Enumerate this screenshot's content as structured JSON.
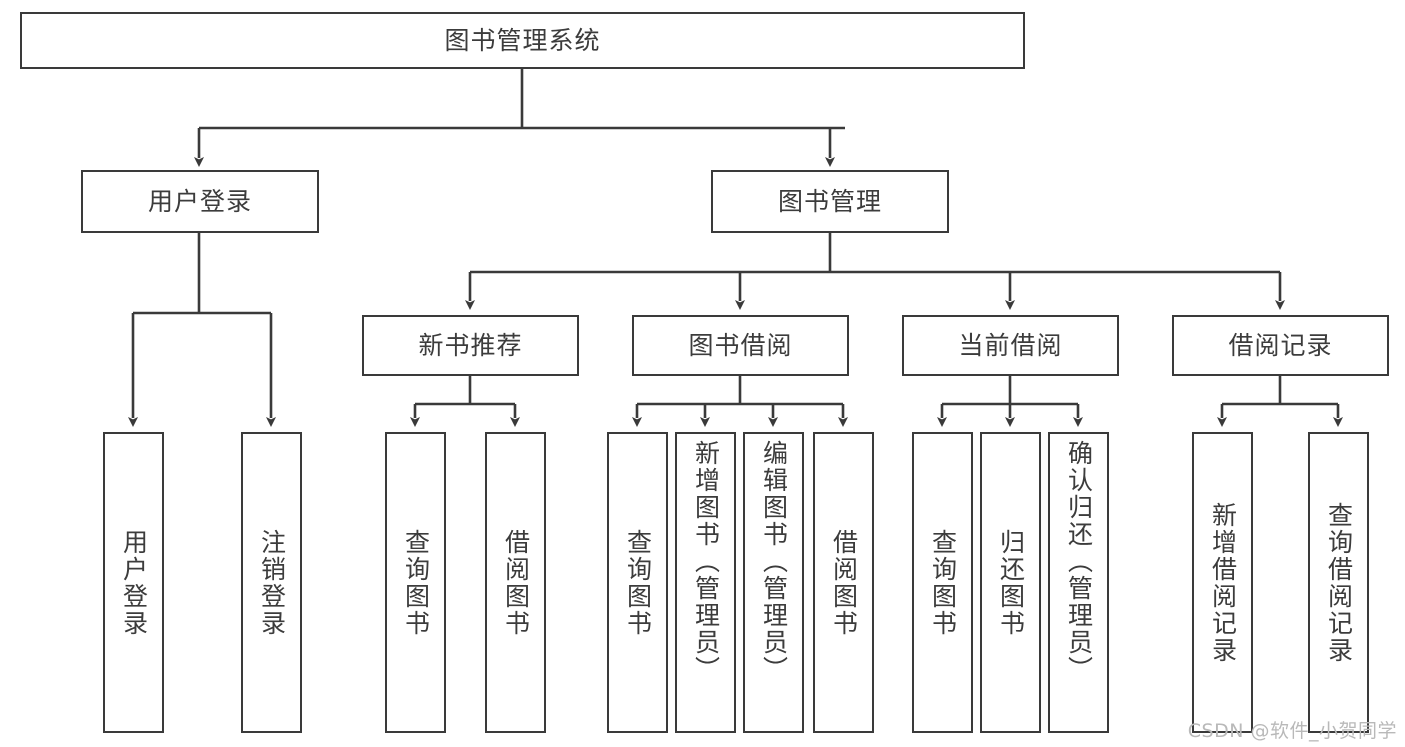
{
  "diagram": {
    "title": "图书管理系统",
    "type": "tree-hierarchy-diagram",
    "root": {
      "label": "图书管理系统"
    },
    "level1": [
      {
        "label": "用户登录"
      },
      {
        "label": "图书管理"
      }
    ],
    "level2": [
      {
        "label": "新书推荐"
      },
      {
        "label": "图书借阅"
      },
      {
        "label": "当前借阅"
      },
      {
        "label": "借阅记录"
      }
    ],
    "leaves": {
      "user_login": [
        {
          "label": "用户登录"
        },
        {
          "label": "注销登录"
        }
      ],
      "new_book_recommend": [
        {
          "label": "查询图书"
        },
        {
          "label": "借阅图书"
        }
      ],
      "book_borrow": [
        {
          "label": "查询图书"
        },
        {
          "label": "新增图书（管理员）"
        },
        {
          "label": "编辑图书（管理员）"
        },
        {
          "label": "借阅图书"
        }
      ],
      "current_borrow": [
        {
          "label": "查询图书"
        },
        {
          "label": "归还图书"
        },
        {
          "label": "确认归还（管理员）"
        }
      ],
      "borrow_records": [
        {
          "label": "新增借阅记录"
        },
        {
          "label": "查询借阅记录"
        }
      ]
    }
  },
  "watermark": {
    "text": "CSDN @软件_小贺同学"
  },
  "colors": {
    "box_border": "#3a3a3a",
    "box_fill": "#ffffff",
    "text": "#3c3c3c",
    "connector": "#3a3a3a",
    "watermark": "#b9b9b9",
    "background": "#ffffff"
  }
}
